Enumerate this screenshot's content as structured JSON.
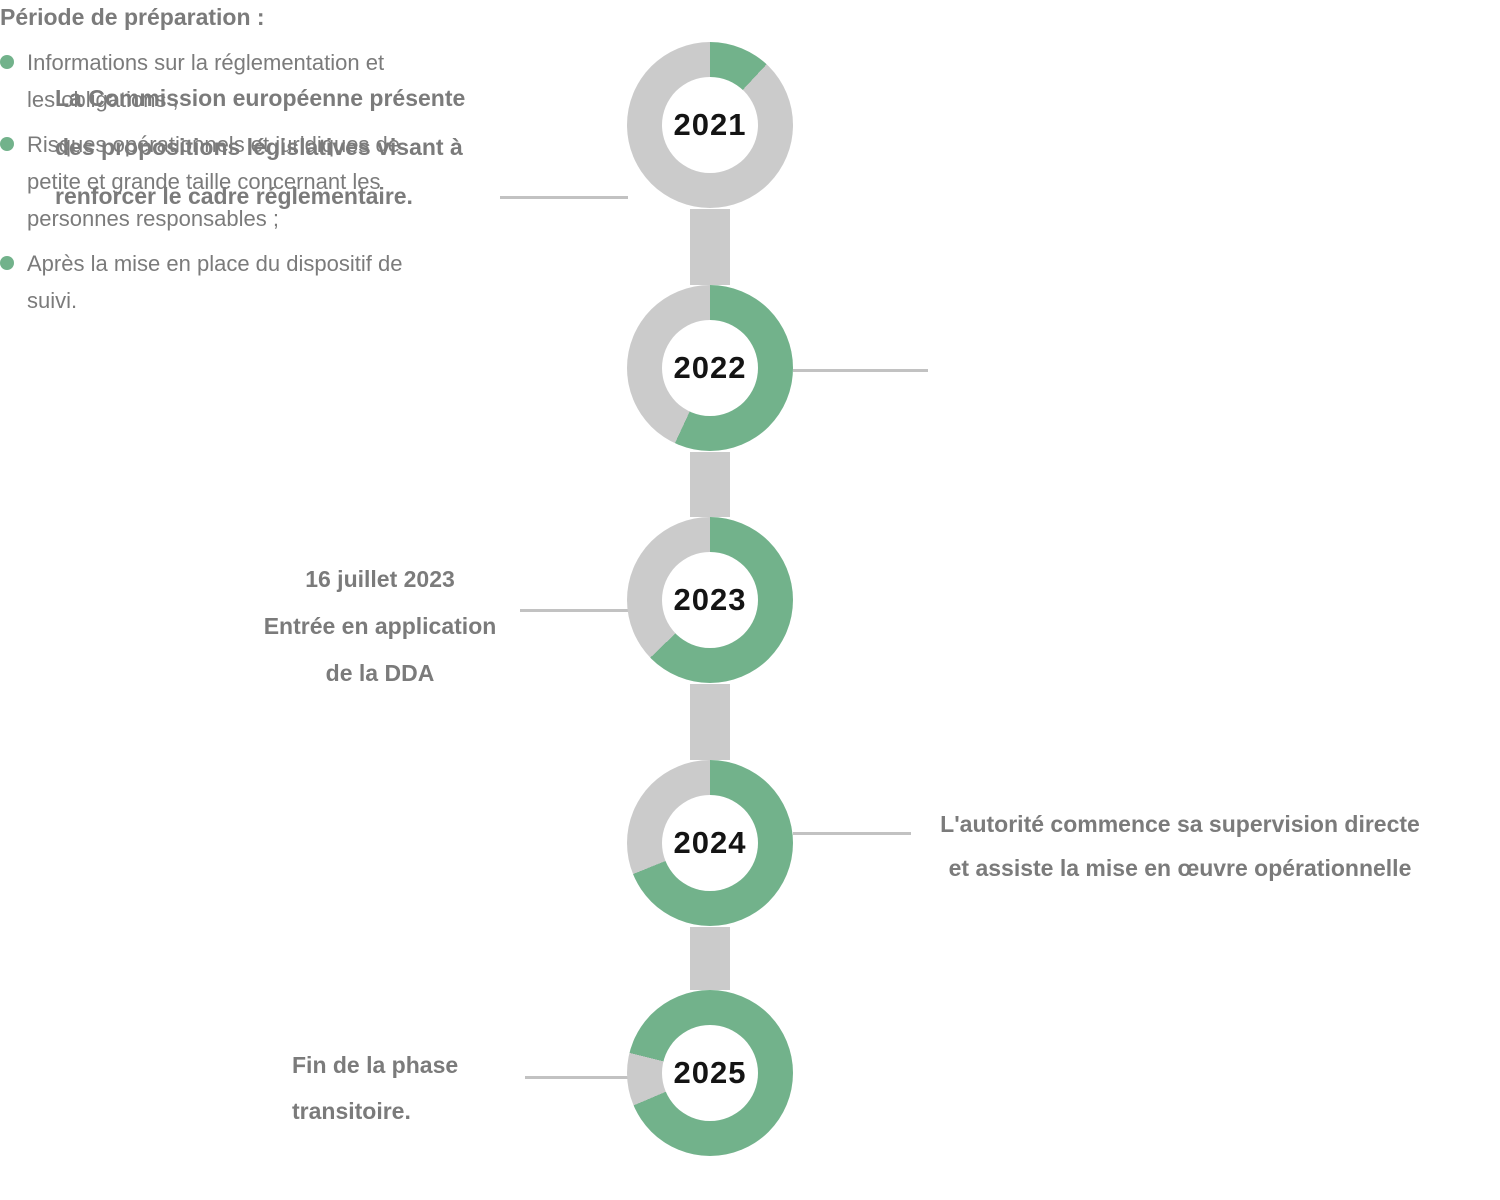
{
  "palette": {
    "green": "#72b28b",
    "gray": "#cbcbcb",
    "text_gray": "#7b7b7b",
    "year_black": "#141414",
    "connector": "#c2c2c2"
  },
  "timeline": {
    "milestones": [
      {
        "year": "2021",
        "percent_green": 12,
        "donut": {
          "segments": [
            {
              "color": "green",
              "from": 0,
              "to": 43
            },
            {
              "color": "gray",
              "from": 43,
              "to": 360
            }
          ]
        },
        "lines": [
          "La Commission européenne présente",
          "des propositions législatives visant à",
          "renforcer le cadre réglementaire."
        ]
      },
      {
        "year": "2022",
        "percent_green": 57,
        "donut": {
          "segments": [
            {
              "color": "green",
              "from": 0,
              "to": 205
            },
            {
              "color": "gray",
              "from": 205,
              "to": 360
            }
          ]
        },
        "heading": "Période de préparation :",
        "bullets": [
          {
            "lines": [
              "Informations sur la réglementation et",
              "les obligations ;"
            ]
          },
          {
            "lines": [
              "Risques opérationnels et juridiques de",
              "petite et grande taille concernant les",
              "personnes responsables ;"
            ]
          },
          {
            "lines": [
              "Après la mise en place du dispositif de",
              "suivi."
            ]
          }
        ]
      },
      {
        "year": "2023",
        "percent_green": 63,
        "donut": {
          "segments": [
            {
              "color": "green",
              "from": 0,
              "to": 226
            },
            {
              "color": "gray",
              "from": 226,
              "to": 360
            }
          ]
        },
        "lines": [
          "16 juillet 2023",
          "Entrée en application",
          "de la DDA"
        ]
      },
      {
        "year": "2024",
        "percent_green": 69,
        "donut": {
          "segments": [
            {
              "color": "green",
              "from": 0,
              "to": 248
            },
            {
              "color": "gray",
              "from": 248,
              "to": 360
            }
          ]
        },
        "lines": [
          "L'autorité commence sa supervision directe",
          "et assiste la mise en œuvre opérationnelle"
        ]
      },
      {
        "year": "2025",
        "percent_green": 90,
        "donut": {
          "segments": [
            {
              "color": "green",
              "from": 0,
              "to": 247
            },
            {
              "color": "gray",
              "from": 247,
              "to": 284
            },
            {
              "color": "green",
              "from": 284,
              "to": 360
            }
          ]
        },
        "lines": [
          "Fin de la phase",
          "transitoire."
        ]
      }
    ]
  }
}
